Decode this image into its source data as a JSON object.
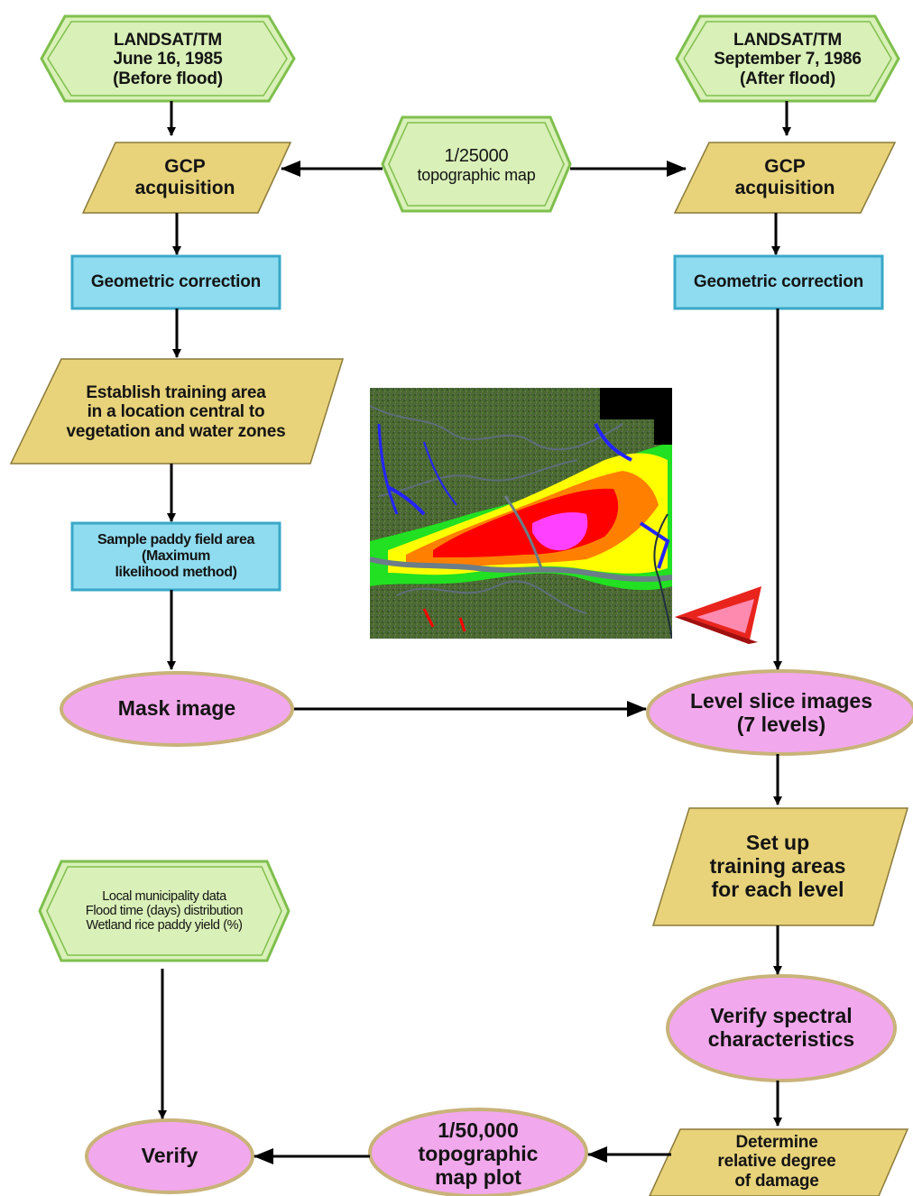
{
  "colors": {
    "hexagon_fill": "#d9f0b8",
    "hexagon_stroke": "#7fbf4d",
    "parallelogram_fill": "#e8d37a",
    "parallelogram_stroke": "#8a7a3a",
    "rectangle_fill": "#8fdcf0",
    "rectangle_stroke": "#3aa8c8",
    "ellipse_fill": "#f2a8ec",
    "ellipse_stroke": "#c9b37a",
    "arrow": "#000000",
    "pointer": "#e8241c"
  },
  "nodes": {
    "landsat_before": [
      "LANDSAT/TM",
      "June 16, 1985",
      "(Before flood)"
    ],
    "landsat_after": [
      "LANDSAT/TM",
      "September 7, 1986",
      "(After flood)"
    ],
    "topo_map": [
      "1/25000",
      "topographic map"
    ],
    "gcp_left": [
      "GCP",
      "acquisition"
    ],
    "gcp_right": [
      "GCP",
      "acquisition"
    ],
    "geo_left": "Geometric correction",
    "geo_right": "Geometric correction",
    "training_area": [
      "Establish training area",
      "in a location central to",
      "vegetation and water zones"
    ],
    "sample_paddy": [
      "Sample paddy field area",
      "(Maximum",
      "likelihood method)"
    ],
    "mask_image": "Mask image",
    "level_slice": [
      "Level slice images",
      "(7 levels)"
    ],
    "setup_training": [
      "Set up",
      "training areas",
      "for each level"
    ],
    "local_data": [
      "Local municipality data",
      "Flood time (days) distribution",
      "Wetland rice paddy yield (%)"
    ],
    "verify_spectral": [
      "Verify spectral",
      "characteristics"
    ],
    "verify": "Verify",
    "map_plot": [
      "1/50,000",
      "topographic",
      "map plot"
    ],
    "damage": [
      "Determine",
      "relative degree",
      "of damage"
    ]
  },
  "satellite_image": {
    "description_icon": "flood-satellite-image",
    "legend_colors": [
      "#3d5a2a",
      "#2424ff",
      "#22e022",
      "#ffff00",
      "#ff8000",
      "#ff0000",
      "#ff40ff"
    ]
  }
}
